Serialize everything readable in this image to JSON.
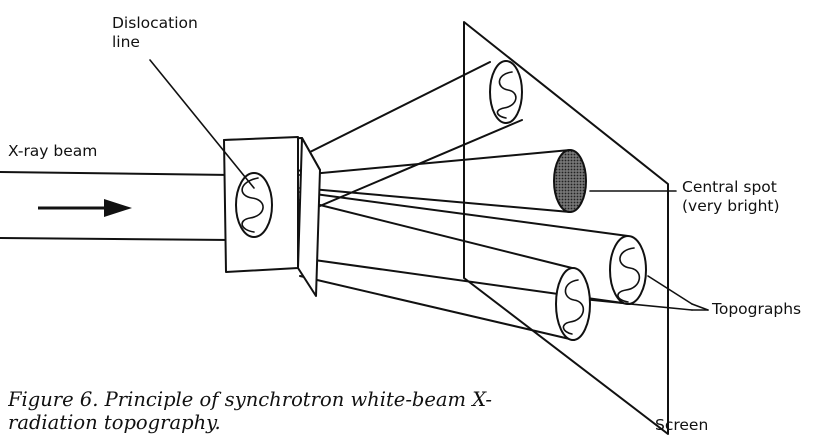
{
  "labels": {
    "dislocation_line_1": "Dislocation",
    "dislocation_line_2": "line",
    "xray_beam": "X-ray beam",
    "central_spot_1": "Central spot",
    "central_spot_2": "(very bright)",
    "topographs": "Topographs",
    "screen": "Screen"
  },
  "caption": "Figure 6. Principle of synchrotron white-beam X-radiation topography.",
  "colors": {
    "ink": "#111111",
    "central_spot_fill": "#555555",
    "background": "#ffffff"
  }
}
